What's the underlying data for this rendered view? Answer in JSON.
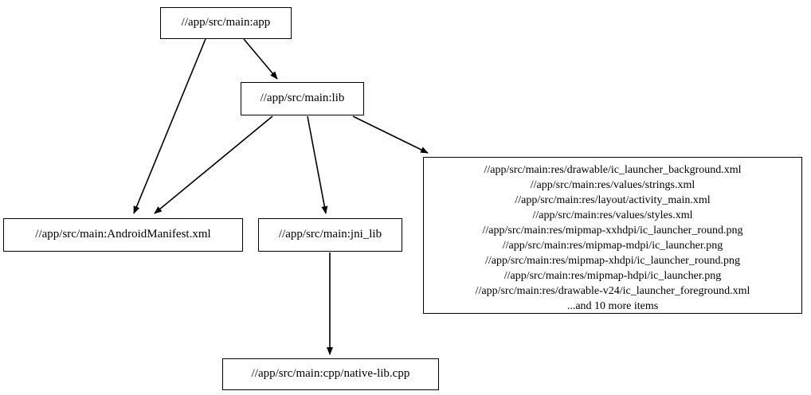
{
  "graph": {
    "type": "directed-dependency-graph",
    "background_color": "#ffffff",
    "node_border_color": "#000000",
    "edge_color": "#000000",
    "nodes": [
      {
        "id": "app",
        "label": "//app/src/main:app"
      },
      {
        "id": "lib",
        "label": "//app/src/main:lib"
      },
      {
        "id": "manifest",
        "label": "//app/src/main:AndroidManifest.xml"
      },
      {
        "id": "jni_lib",
        "label": "//app/src/main:jni_lib"
      },
      {
        "id": "native_lib",
        "label": "//app/src/main:cpp/native-lib.cpp"
      },
      {
        "id": "res_files",
        "lines": [
          "//app/src/main:res/drawable/ic_launcher_background.xml",
          "//app/src/main:res/values/strings.xml",
          "//app/src/main:res/layout/activity_main.xml",
          "//app/src/main:res/values/styles.xml",
          "//app/src/main:res/mipmap-xxhdpi/ic_launcher_round.png",
          "//app/src/main:res/mipmap-mdpi/ic_launcher.png",
          "//app/src/main:res/mipmap-xhdpi/ic_launcher_round.png",
          "//app/src/main:res/mipmap-hdpi/ic_launcher.png",
          "//app/src/main:res/drawable-v24/ic_launcher_foreground.xml",
          "...and 10 more items"
        ]
      }
    ],
    "edges": [
      {
        "from": "app",
        "to": "lib"
      },
      {
        "from": "app",
        "to": "manifest"
      },
      {
        "from": "lib",
        "to": "manifest"
      },
      {
        "from": "lib",
        "to": "jni_lib"
      },
      {
        "from": "lib",
        "to": "res_files"
      },
      {
        "from": "jni_lib",
        "to": "native_lib"
      }
    ]
  }
}
